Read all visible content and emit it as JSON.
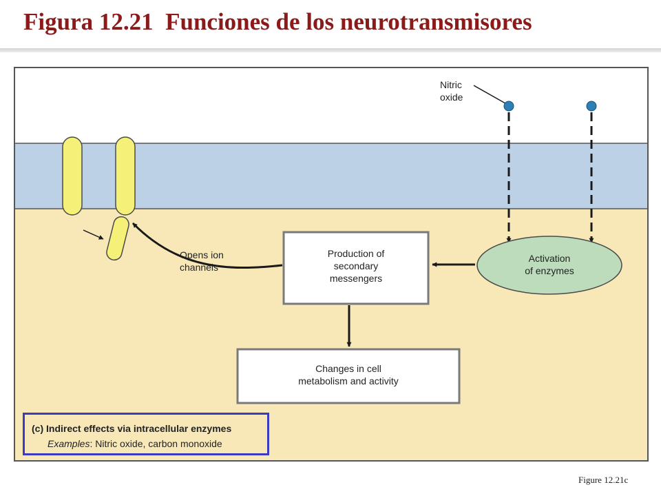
{
  "slide": {
    "title": "Figura 12.21  Funciones de los neurotransmisores",
    "figure_ref": "Figure 12.21c"
  },
  "diagram": {
    "nitric_oxide_label": [
      "Nitric",
      "oxide"
    ],
    "opens_ion_channels_label": [
      "Opens ion",
      "channels"
    ],
    "secondary_messengers_box": [
      "Production of",
      "secondary",
      "messengers"
    ],
    "enzymes_ellipse": [
      "Activation",
      "of enzymes"
    ],
    "metabolism_box": [
      "Changes in cell",
      "metabolism and activity"
    ]
  },
  "caption": {
    "heading": "(c) Indirect effects via intracellular enzymes",
    "examples_label": "Examples",
    "examples_text": ": Nitric oxide, carbon monoxide"
  },
  "colors": {
    "title": "#8b1a1a",
    "membrane": "#bcd1e6",
    "cytoplasm": "#f8e8b8",
    "channel": "#f4f078",
    "ellipse": "#bcdcbc",
    "molecule": "#2f7fb7",
    "caption_border": "#3b3bbf"
  }
}
